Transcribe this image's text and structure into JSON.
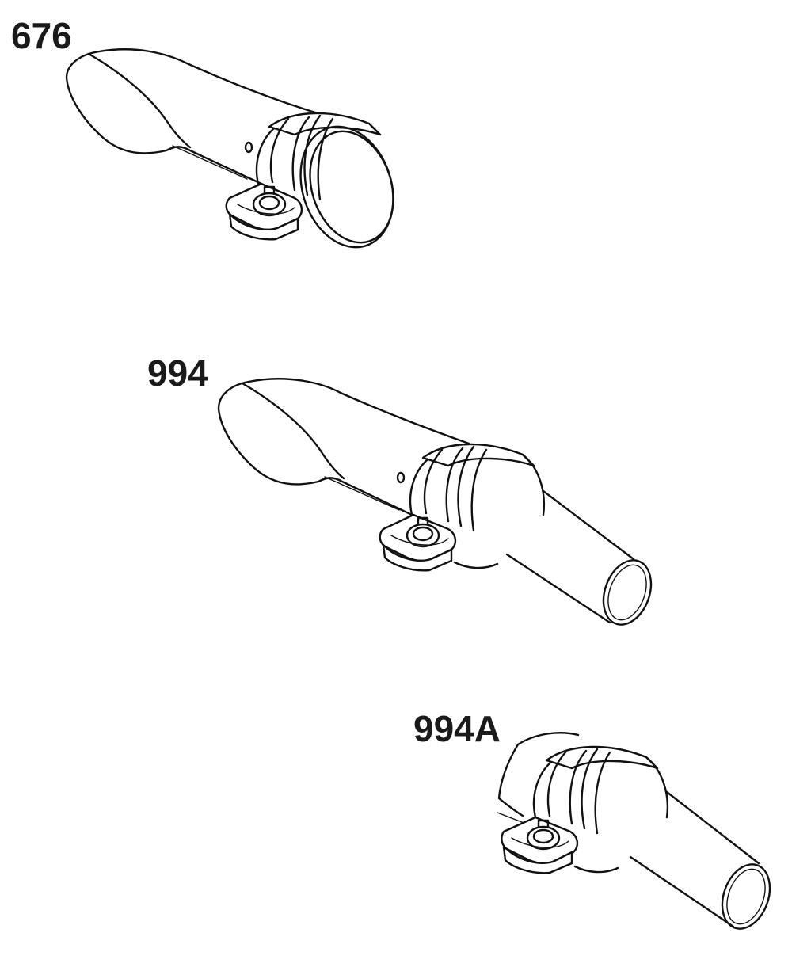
{
  "parts": [
    {
      "id": "p676",
      "label": "676",
      "description_icon": "deflector-with-clamp-icon"
    },
    {
      "id": "p994",
      "label": "994",
      "description_icon": "deflector-with-clamp-and-tail-pipe-icon"
    },
    {
      "id": "p994A",
      "label": "994A",
      "description_icon": "clamp-and-tail-pipe-icon"
    }
  ],
  "colors": {
    "ink": "#111111",
    "background": "#ffffff"
  }
}
